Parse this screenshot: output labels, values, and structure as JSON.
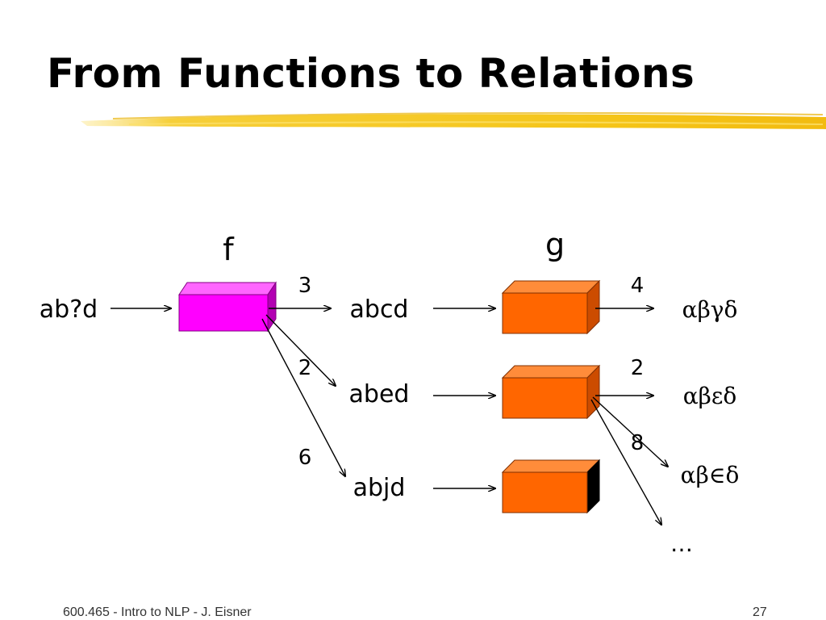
{
  "slide": {
    "title": "From Functions to Relations",
    "footer_left": "600.465 - Intro to NLP - J. Eisner",
    "page_number": "27"
  },
  "diagram": {
    "function_labels": {
      "f": "f",
      "g": "g"
    },
    "input": "ab?d",
    "f_outputs": [
      "abcd",
      "abed",
      "abjd"
    ],
    "f_weights": [
      "3",
      "2",
      "6"
    ],
    "g_outputs": [
      "αβγδ",
      "αβεδ",
      "αβ∈δ"
    ],
    "g_weights": [
      "4",
      "2",
      "8"
    ],
    "ellipsis": "…",
    "colors": {
      "f_box": "#ff00ff",
      "g_box": "#ff6600",
      "highlighter": "#f5c518"
    }
  }
}
